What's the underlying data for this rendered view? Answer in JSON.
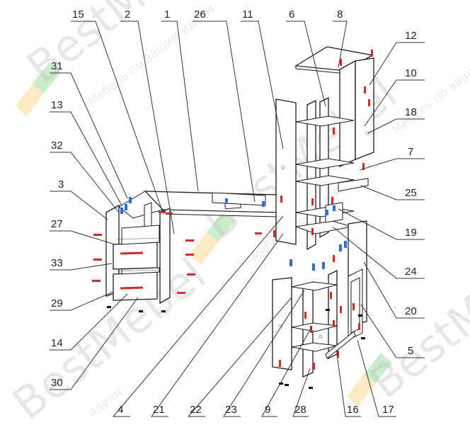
{
  "watermark": {
    "brand": "BestMebel",
    "slogan_top": "Мебель по вашим идеям",
    "slogan_mid": "Мебель по вашим",
    "slogan_bot": "идеям"
  },
  "callouts": {
    "c15": "15",
    "c2": "2",
    "c1": "1",
    "c26": "26",
    "c11": "11",
    "c6": "6",
    "c8": "8",
    "c12": "12",
    "c10": "10",
    "c18": "18",
    "c7": "7",
    "c25": "25",
    "c19": "19",
    "c24": "24",
    "c20": "20",
    "c5": "5",
    "c17": "17",
    "c16": "16",
    "c28": "28",
    "c9": "9",
    "c23": "23",
    "c22": "22",
    "c21": "21",
    "c4": "4",
    "c30": "30",
    "c14": "14",
    "c29": "29",
    "c33": "33",
    "c27": "27",
    "c3": "3",
    "c32": "32",
    "c13": "13",
    "c31": "31"
  },
  "colors": {
    "screw": "#d22a2a",
    "dowel": "#2c6fd6",
    "foot": "#111111",
    "line": "#1a1a1a"
  }
}
